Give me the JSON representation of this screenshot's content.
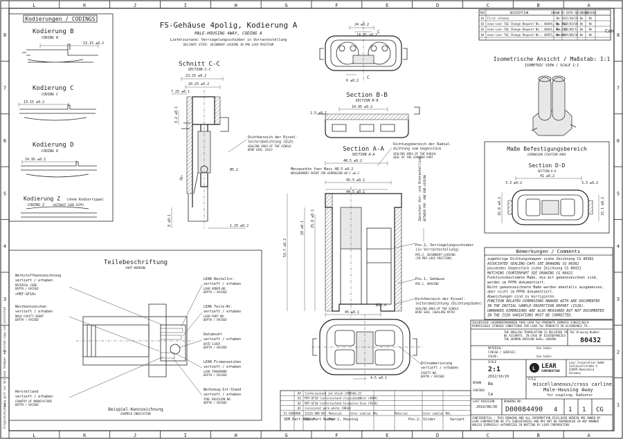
{
  "border": {
    "top_labels": [
      "L",
      "K",
      "J",
      "I",
      "H",
      "G",
      "F",
      "E",
      "D",
      "C",
      "B",
      "A"
    ],
    "side_labels": [
      "8",
      "7",
      "6",
      "5",
      "4",
      "3",
      "2",
      "1"
    ]
  },
  "coding": {
    "title": "Kodierungen / CODINGS",
    "b": {
      "de": "Kodierung B",
      "en": "CODING B",
      "dim": "13.15 ±0.2"
    },
    "c": {
      "de": "Kodierung C",
      "en": "CODING C",
      "dim": "13.15 ±0.2"
    },
    "d": {
      "de": "Kodierung D",
      "en": "CODING D",
      "dim": "14.95 ±0.2"
    },
    "z": {
      "de": "Kodierung Z",
      "de_note": "(ohne Kodierrippe)",
      "en": "CODING Z",
      "en_note": "(WITHOUT CODE-RIPP)"
    }
  },
  "main_title": {
    "de": "FS-Gehäuse 4polig, Kodierung A",
    "en": "MALE-HOUSING 4WAY, CODING A",
    "state_de": "Lieferzustand: Verriegelungsschieber in Vorrastestellung",
    "state_en": "DELIVERY STATE: SECONDARY-LOCKING IN PRE-LOCK POSITION"
  },
  "section_cc": {
    "title": "Schnitt C-C",
    "subtitle": "SECTION C-C",
    "dims": [
      "23.25 ±0.2",
      "20.25 ±0.2",
      "7.25 ±0.1",
      "8.2 ±0.1",
      "Ø5.2",
      "30°",
      "1.25 ±0.2",
      "8 ±0.1"
    ],
    "callout_de": "Dichtbereich der Einzel-\nleiterabdichtung (ELD)",
    "callout_en": "SEALING AREA OF THE SINGLE\nWIRE SEAL (ELD)"
  },
  "top_view": {
    "dims": [
      "24 ±0.2",
      "14.95 ±0.2",
      "6 ±0.2",
      "C",
      "C"
    ]
  },
  "section_bb": {
    "title": "Section B-B",
    "subtitle": "SECTION B-B",
    "dims": [
      "14.95 ±0.2",
      "1.5 ±0.1"
    ]
  },
  "section_aa": {
    "title": "Section A-A",
    "subtitle": "SECTION A-A",
    "measure_de": "Messpunkte fuer Mass 48.5 ±0.2",
    "measure_en": "MEASUREMENT POINT FOR DIMENSION 48.5 ±0.2",
    "radial_de": "Dichtungsbereich der Radial-\ndichtung vom Gegenstück",
    "radial_en": "SEALING AREA OF THE RADIAL\nSEAL OF THE COUNTER PART",
    "dims": [
      "48.5 ±0.2",
      "45.5 ±0.1",
      "44.5 ±0.1",
      "45 ±0.1",
      "28 ±0.1",
      "25.8 ±0.1",
      "53.7 ±0.2",
      "Ø15.4"
    ],
    "pos2_de": "Pos.2, Verriegelungsschieber\n(in Vorrastestellung)",
    "pos2_en": "POS.2, SECONDARY-LOCKING\n(IN PRE-LOCK POSITION)",
    "pos1_de": "Pos.1, Gehäuse",
    "pos1_en": "POS.1, HOUSING",
    "eld_de": "Dichtbereich der Einzel-\nleiterabdichtung (Dichtungsbahn)",
    "eld_en": "SEALING AREA OF THE SINGLE\nWIRE SEAL (SEALING-PATH)",
    "vertical_de": "Zwischen Vor- und Endrastellung",
    "vertical_en": "BETWEEN PRE- AND END-LOCKING"
  },
  "bottom_view": {
    "dims": [
      "4.5 ±0.1"
    ],
    "pole_de": "Polnummerierung\nvertieft / erhaben",
    "pole_en": "CAVITY NO.\nDEPTH / RAISED"
  },
  "marking": {
    "title": "Teilebeschriftung",
    "subtitle": "PART-MARKING",
    "example_de": "Beispiel-Kennzeichnung",
    "example_en": "EXAMPLE-INDICATION",
    "left": [
      {
        "de": "Werkstoffkennzeichnung\nvertieft / erhaben",
        "en": "MATERIAL CODE\nDEPTH / RAISED",
        "code": ">PBT-GF10<"
      },
      {
        "de": "Nestkennzeichen\nvertieft / erhaben",
        "en": "MOLD CAVITY-IDENT.\nDEPTH / RAISED"
      },
      {
        "de": "Herstelland\nvertieft / erhaben",
        "en": "COUNTRY OF MANUFACTURE\nDEPTH / RAISED"
      }
    ],
    "right": [
      {
        "de": "LEAR Bestellnr.\nvertieft / erhaben",
        "en": "LEAR ORDER-NO.\nDEPTH / RAISED"
      },
      {
        "de": "LEAR Teile-Nr.\nvertieft / erhaben",
        "en": "LEAR PART-NO.\nDEPTH / RAISED"
      },
      {
        "de": "Datumsuhr\nvertieft / erhaben",
        "en": "DATE CLOCK\nDEPTH / RAISED"
      },
      {
        "de": "LEAR Firmenzeichen\nvertieft / erhaben",
        "en": "LEAR TRADEMARK\nDEPTH / RAISED"
      },
      {
        "de": "Werkzeug-Ist-Stand\nvertieft / erhaben",
        "en": "TOOL REVISION NO.\nDEPTH / RAISED"
      }
    ]
  },
  "isometric": {
    "de": "Isometrische Ansicht / Maßstab: 1:1",
    "en": "ISOMETRIC VIEW / SCALE 1:1"
  },
  "mounting": {
    "title_de": "Maße Befestigungsbereich",
    "title_en": "DIMENSION FIXATION AREA",
    "section_dd": "Section D-D",
    "section_dd_en": "SECTION D-D",
    "dims": [
      "41 ±0.2",
      "3.3 ±0.2",
      "3.3 ±0.2",
      "16.8 ±0.2",
      "15.1 ±0.2"
    ]
  },
  "remarks": {
    "title": "Bemerkungen / Comments",
    "lines": [
      "zugehörige Dichtungskappen siehe Zeichnung CG 80382",
      "ASSOCIATED SEALING-CAPS SEE DRAWING CG 80382",
      "passendes Gegenstück siehe Zeichnung CG 80431",
      "MATCHING COUNTERPART SEE DRAWING CG 80431",
      "Funktionsbestimmte Maße, die mit  gekennzeichnet sind,",
      "werden im PPFB dokumentiert.",
      "Nicht gekennzeichnete Maße werden ebenfalls ausgemessen,",
      "aber nicht im PPFB dokumentiert.",
      "Abweichungen sind zu korrigieren.",
      "FUNCTION RELATED DIMENSIONS MARKED WITH  ARE DOCUMENTED",
      "IN THE INITIAL SAMPLE-INSPECTION REPORT (ISIR).",
      "UNMARKED DIMENSIONS ARE ALSO MEASURED BUT NOT DOCUMENTED",
      "IN THE ISIR VARIATIONS MUST BE CORRECTED."
    ]
  },
  "revision": {
    "headers": [
      "REV",
      "DESCRIPTION",
      "DRAWN BY",
      "DATE",
      "RECORDED",
      "CHECKED"
    ],
    "rows": [
      [
        "01",
        "First release",
        "Be",
        "2012/10/29",
        "Be",
        "Kk"
      ],
      [
        "02",
        "neue Lear T&C Change Request No.: 48494, Kg. Aprgpt, Überarbeitet, Meße angepaßt",
        "Be",
        "2013/03/06",
        "Be",
        "Kk"
      ],
      [
        "03",
        "neue Lear T&C Change Request No.: 48641, Pos. 01, 2 und 3 in Tab. eingefügt",
        "Be",
        "2013/09/11",
        "Be",
        "Kk"
      ],
      [
        "04",
        "neue Lear T&C Change Request No.: 48925, Absatz 2, Maße für Befestigungsbereich ergänzt",
        "Be",
        "2019/08/30",
        "Be",
        "Kk"
      ]
    ],
    "stamp": "Can"
  },
  "title_block": {
    "tolerances_de": "ZULAESSIGE LAGERBEDINGUNGEN FUER LEAR T&C-PRODUKTE GEMAESS VJ0022/0E/8",
    "tolerances_en": "PERMISSIBLE STORAGE CONDITIONS FOR LEAR T&C PRODUCTS IN ACCORDANCE TO...",
    "translation": "THE ENGLISH TRANSLATION IS BELIEVED TO\nBE ACCURATE. IN CASE OF DISCREPANCIES\nTHE GERMAN VERSION SHALL GOVERN.",
    "drawing_no_label": "T&C Drawing Number",
    "drawing_no": "80432",
    "material_label": "MATERIAL:",
    "finish_label": "FINISH / SURFACE:",
    "color_label": "COLOR:",
    "material": "See table",
    "color": "See table",
    "scale_label": "SCALE",
    "scale": "2:1",
    "date": "2012/10/29",
    "drawn_label": "DRAWN",
    "drawn": "Be",
    "checked_label": "CHECKED",
    "checked": "Ce",
    "company": "LEAR",
    "company_sub": "CORPORATION",
    "address": "Lear Corporation GmbH\nSchlüsselstraße 4\n42899 Remscheid\nGermany",
    "title_label": "TITLE",
    "title_line1": "miscellaneous/cross carline",
    "title_line2": "Male-Housing 4way",
    "title_line3": "for coupling, Radiator",
    "last_rev_label": "LAST REVISION",
    "last_rev": "2019/08/30",
    "dwg_no_label": "DRAWING NO.",
    "dwg_no": "D00084490",
    "rev": "4",
    "sheet": "1",
    "of": "1",
    "size": "CG",
    "confidential": "CONFIDENTIAL - THIS DRAWING AND ALL INFORMATION DISCLOSED HEREIN ARE OWNED BY\nLEAR CORPORATION OR ITS SUBSIDIARIES AND MAY NOT BE REPRODUCED IN ANY MANNER\nUNLESS EXPRESSLY AUTHORIZED IN WRITING BY LEAR CORPORATION."
  },
  "bom": {
    "rows": [
      [
        "04",
        "",
        "lieferzustand jet black (9005)",
        "",
        "",
        "cb.22"
      ],
      [
        "03",
        "",
        "PBT-GF10 lieferzustand classic violet (4004)",
        "",
        "",
        "cb.22"
      ],
      [
        "02",
        "",
        "PBT-GF10 lieferzustand turquoise blue (5018)",
        "",
        "",
        ""
      ],
      [
        "01",
        "",
        "rosiviolet pure white (9010)",
        "",
        "",
        ""
      ]
    ],
    "part_row": [
      "E1 0588400",
      "15335 000 001",
      "Material",
      "Color similar RAL",
      "Material",
      "Color similar RAL"
    ],
    "header": [
      "SEM Part Number",
      "T&C Part Number",
      "Pos.1, Housing",
      "Pos.2, Slider",
      "Variant"
    ]
  },
  "sidebar_text": "Originalzeichnung gilt nur mit Lear Stempel — Printed copy not controlled"
}
